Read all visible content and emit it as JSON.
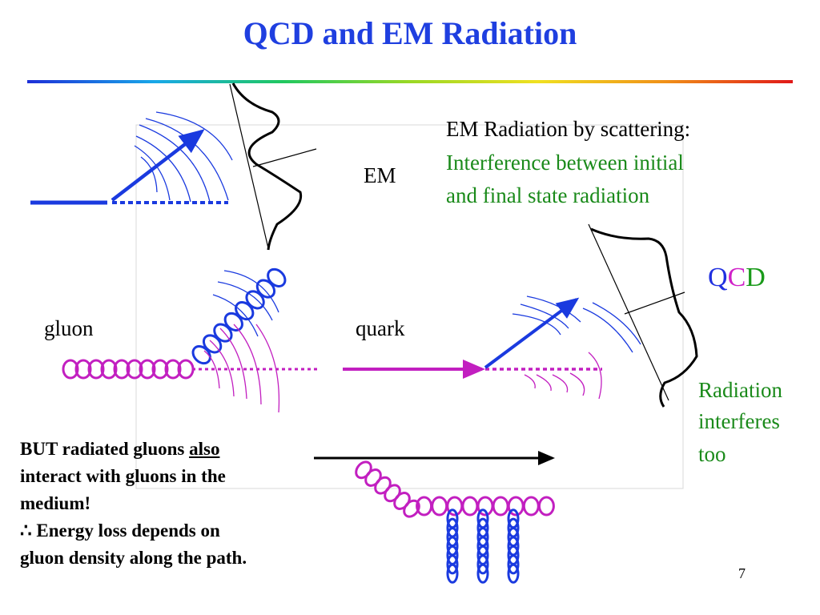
{
  "title": "QCD and EM Radiation",
  "em_label": "EM",
  "em_desc": {
    "line1": "EM Radiation by scattering:",
    "line2": "Interference between initial",
    "line3": "and final state radiation"
  },
  "qcd_label": {
    "q": "Q",
    "c": "C",
    "d": "D"
  },
  "gluon_label": "gluon",
  "quark_label": "quark",
  "radiation_note": {
    "line1": "Radiation",
    "line2": "interferes",
    "line3": "too"
  },
  "but_note": {
    "l1a": "BUT radiated gluons ",
    "l1b": "also",
    "l2": "interact with gluons in the",
    "l3": "medium!",
    "l4": "∴  Energy loss depends on",
    "l5": "gluon density along the path."
  },
  "page_number": "7",
  "colors": {
    "title": "#1f3fe0",
    "blue": "#1a3adf",
    "magenta": "#c21fc0",
    "green": "#1a8a1a",
    "black": "#000000"
  }
}
